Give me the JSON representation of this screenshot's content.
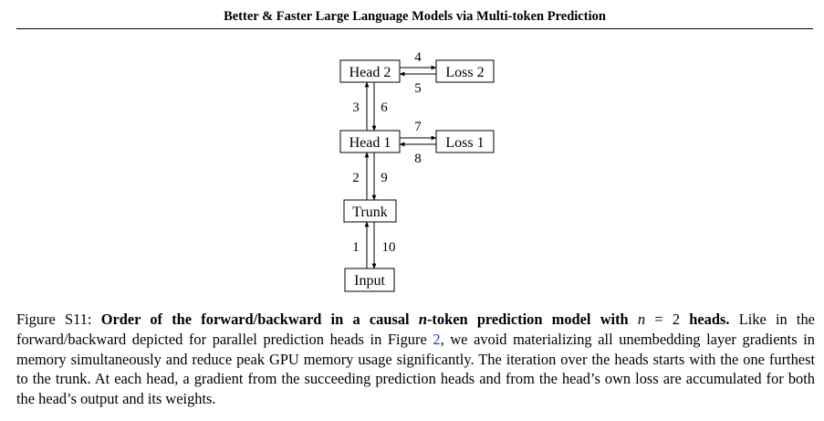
{
  "header": {
    "title": "Better & Faster Large Language Models via Multi-token Prediction"
  },
  "diagram": {
    "nodes": {
      "head2": "Head 2",
      "loss2": "Loss 2",
      "head1": "Head 1",
      "loss1": "Loss 1",
      "trunk": "Trunk",
      "input": "Input"
    },
    "step_labels": {
      "s1": "1",
      "s2": "2",
      "s3": "3",
      "s4": "4",
      "s5": "5",
      "s6": "6",
      "s7": "7",
      "s8": "8",
      "s9": "9",
      "s10": "10"
    }
  },
  "caption": {
    "label": "Figure S11:",
    "bold_part1": "Order of the forward/backward in a causal",
    "math_n": "n",
    "bold_part2": "-token prediction model with",
    "math_n2": "n",
    "equals": "=",
    "two": "2",
    "bold_heads": "heads.",
    "text_part1": "Like in the forward/backward depicted for parallel prediction heads in Figure",
    "figure_ref": "2",
    "text_part2": ", we avoid materializing all unembedding layer gradients in memory simultaneously and reduce peak GPU memory usage significantly. The iteration over the heads starts with the one furthest to the trunk. At each head, a gradient from the succeeding prediction heads and from the head’s own loss are accumulated for both the head’s output and its weights."
  }
}
